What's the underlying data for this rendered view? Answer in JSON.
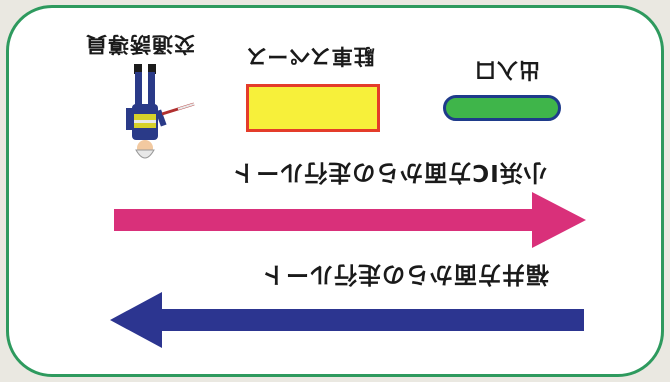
{
  "labels": {
    "guide": "交通誘導員",
    "parking": "駐車スペース",
    "exit": "出入口",
    "route_a": "小浜IC方面からの走行ルート",
    "route_b": "福井方面からの走行ルート"
  },
  "colors": {
    "frame": "#2e9a5e",
    "parking_fill": "#f7f03a",
    "parking_border": "#e43c2a",
    "exit_fill": "#3fb54a",
    "exit_border": "#1e3b8a",
    "arrow_pink": "#d9307a",
    "arrow_blue": "#2c3590"
  },
  "icons": {
    "guide_figure": "traffic-guide-person-icon",
    "arrow_right": "right-arrow-icon",
    "arrow_left": "left-arrow-icon"
  }
}
